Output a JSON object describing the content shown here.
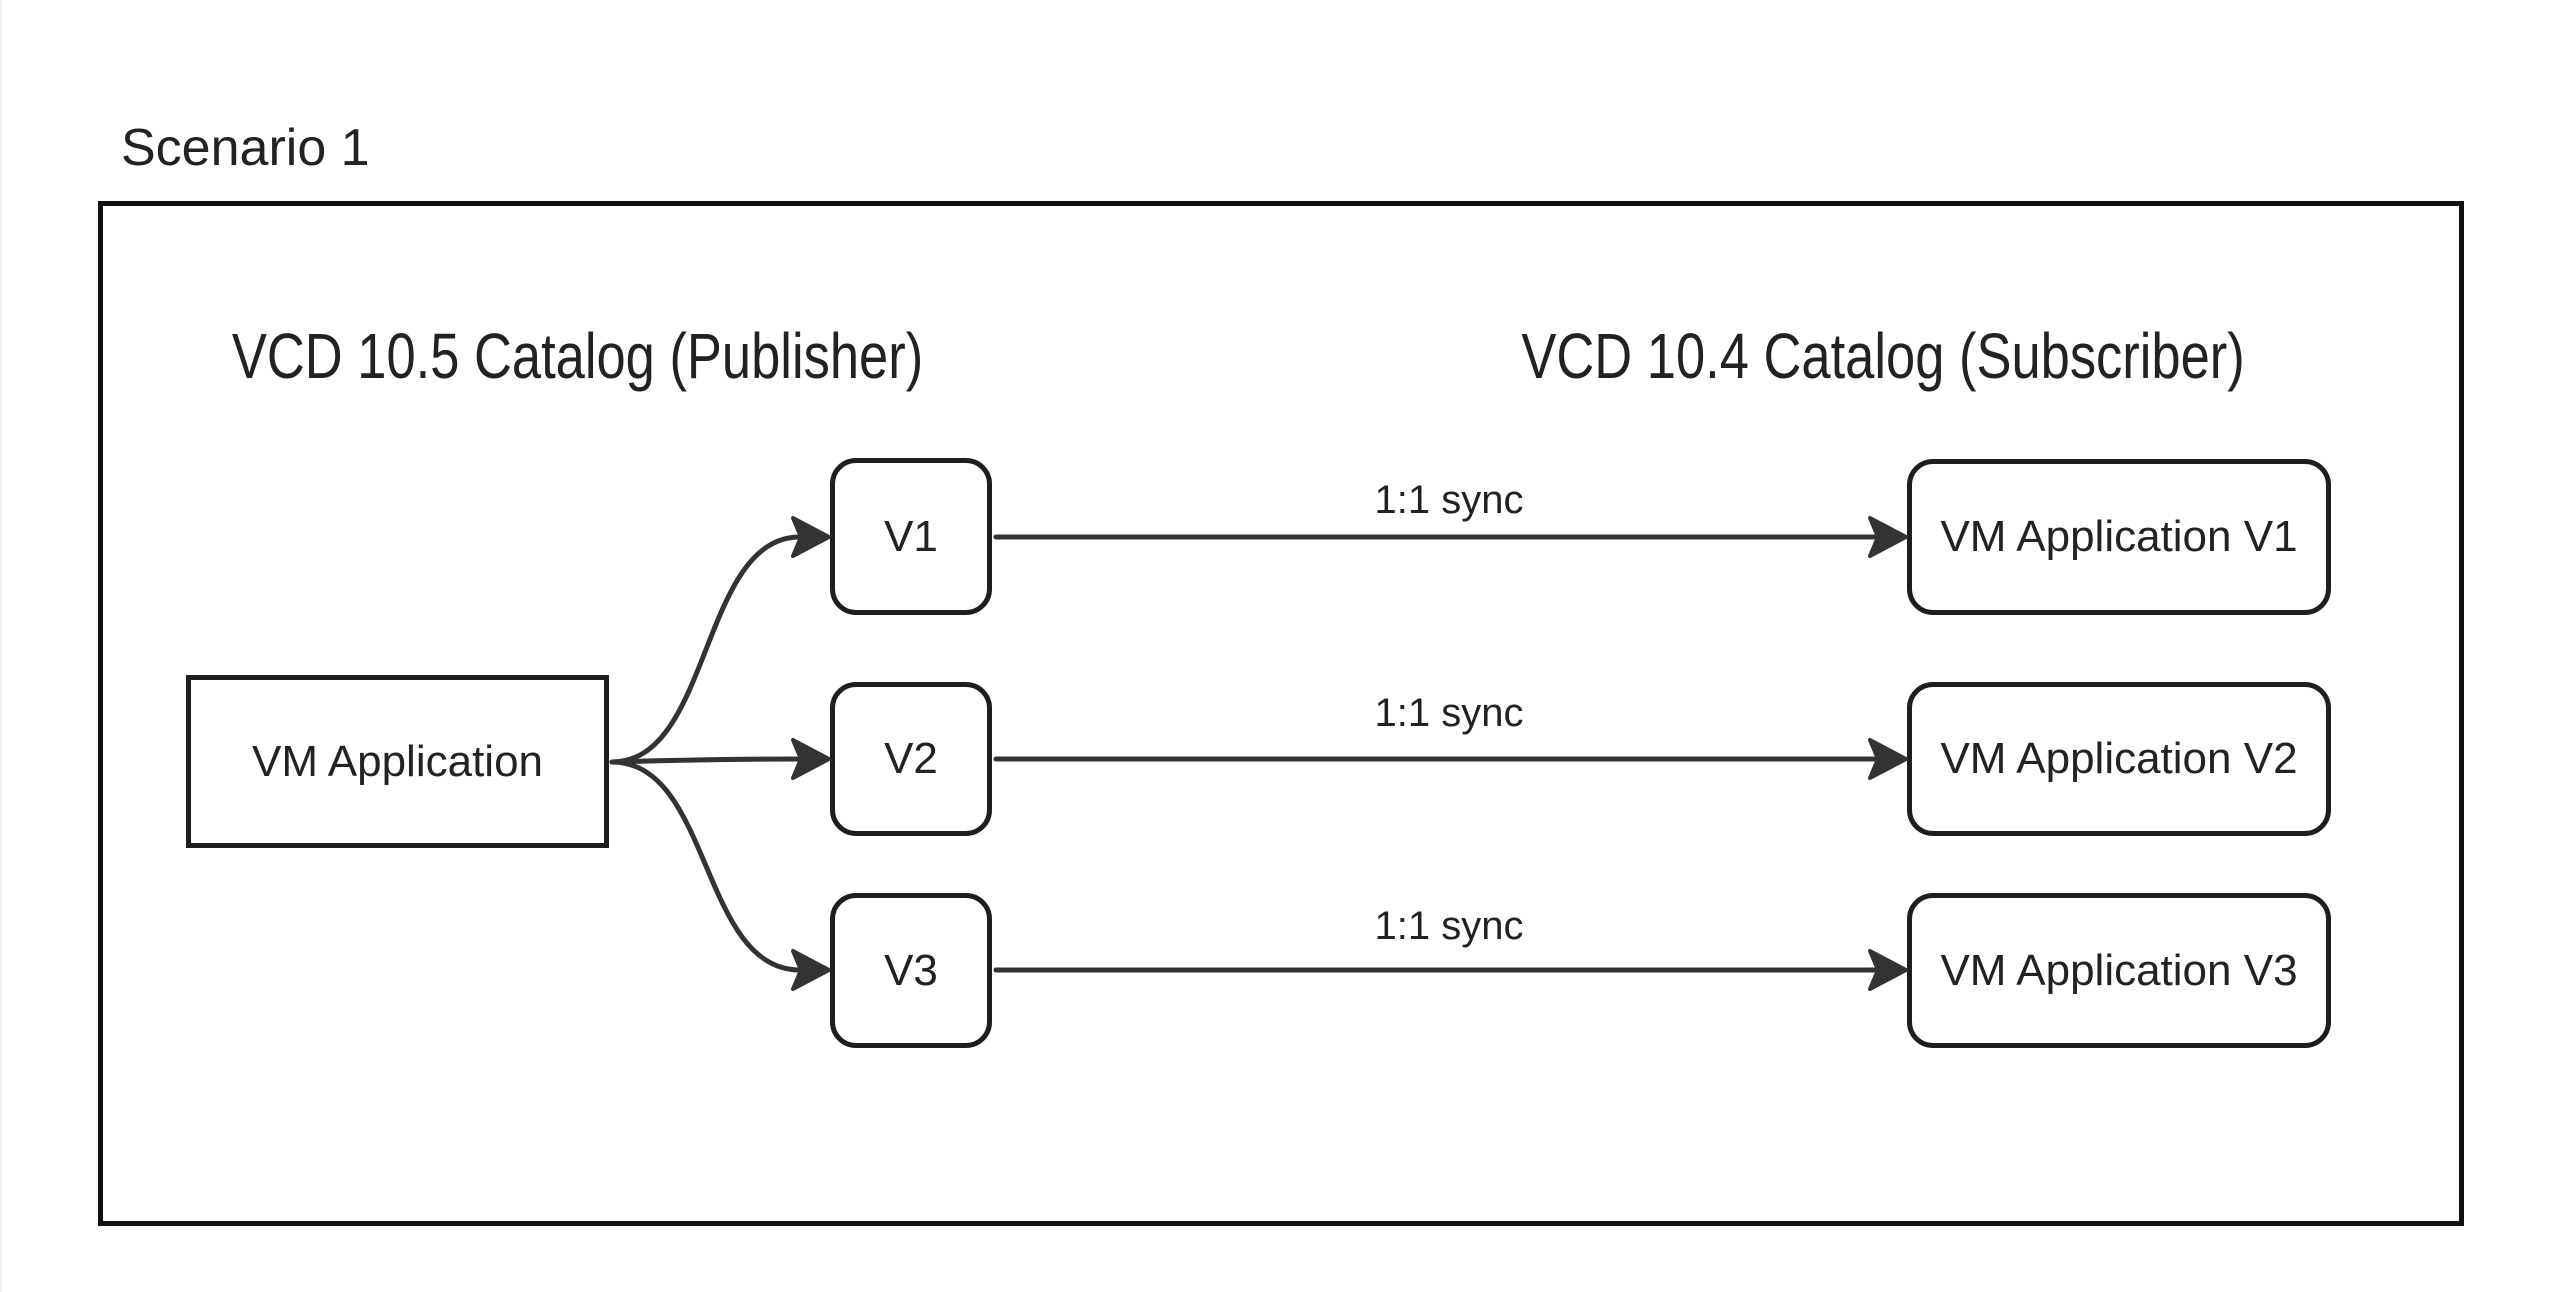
{
  "diagram": {
    "title": "Scenario 1",
    "publisher_heading": "VCD 10.5 Catalog (Publisher)",
    "subscriber_heading": "VCD 10.4 Catalog (Subscriber)",
    "source_node": {
      "label": "VM Application"
    },
    "version_nodes": [
      {
        "label": "V1"
      },
      {
        "label": "V2"
      },
      {
        "label": "V3"
      }
    ],
    "subscriber_nodes": [
      {
        "label": "VM Application V1"
      },
      {
        "label": "VM Application V2"
      },
      {
        "label": "VM Application V3"
      }
    ],
    "sync_edges": [
      {
        "label": "1:1 sync",
        "from": "V1",
        "to": "VM Application V1"
      },
      {
        "label": "1:1 sync",
        "from": "V2",
        "to": "VM Application V2"
      },
      {
        "label": "1:1 sync",
        "from": "V3",
        "to": "VM Application V3"
      }
    ],
    "branch_edges": [
      {
        "from": "VM Application",
        "to": "V1"
      },
      {
        "from": "VM Application",
        "to": "V2"
      },
      {
        "from": "VM Application",
        "to": "V3"
      }
    ],
    "colors": {
      "stroke": "#1e1e1e",
      "connector": "#333333",
      "text": "#222222",
      "background": "#ffffff"
    }
  }
}
